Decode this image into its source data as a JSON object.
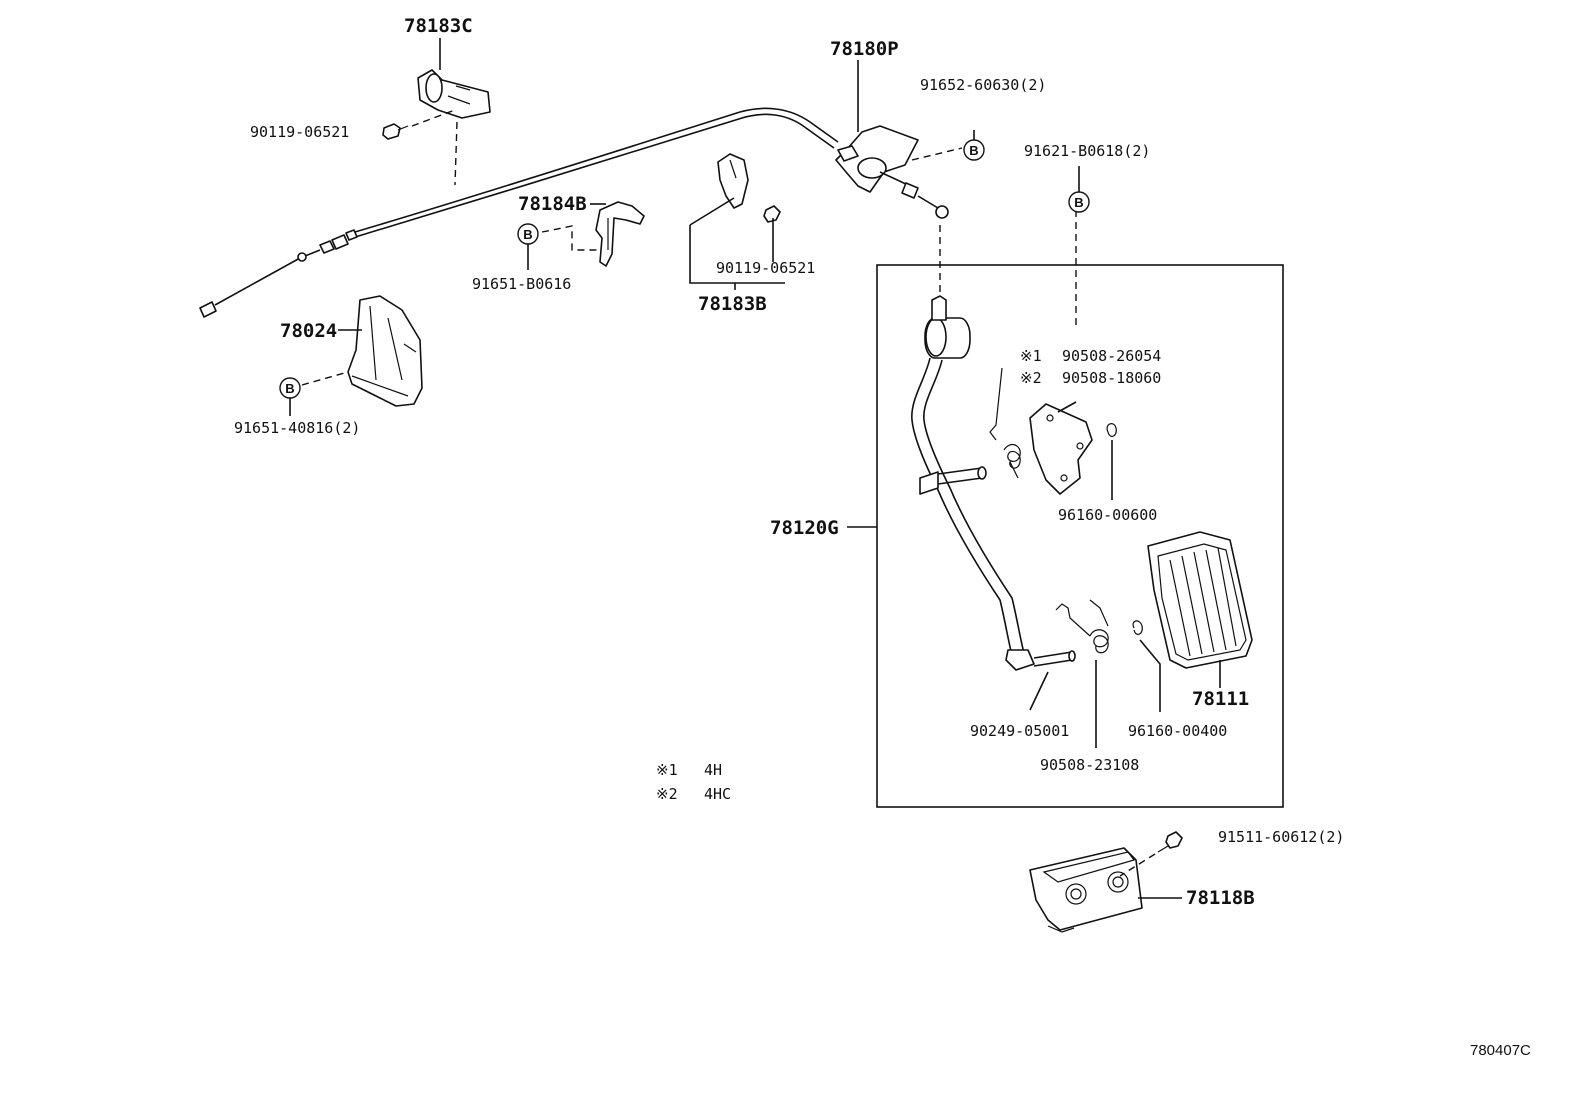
{
  "diagram_id": "780407C",
  "circle_marker": "B",
  "footnotes": [
    {
      "mark": "※1",
      "text": "4H"
    },
    {
      "mark": "※2",
      "text": "4HC"
    }
  ],
  "parts": {
    "p78183C": "78183C",
    "p90119_06521_a": "90119-06521",
    "p78180P": "78180P",
    "p91652_60630": "91652-60630(2)",
    "p91621_B0618": "91621-B0618(2)",
    "p78184B": "78184B",
    "p91651_B0616": "91651-B0616",
    "p90119_06521_b": "90119-06521",
    "p78183B": "78183B",
    "p78024": "78024",
    "p91651_40816": "91651-40816(2)",
    "p90508_26054": "90508-26054",
    "p90508_18060": "90508-18060",
    "p96160_00600": "96160-00600",
    "p78120G": "78120G",
    "p78111": "78111",
    "p90249_05001": "90249-05001",
    "p96160_00400": "96160-00400",
    "p90508_23108": "90508-23108",
    "p91511_60612": "91511-60612(2)",
    "p78118B": "78118B"
  }
}
